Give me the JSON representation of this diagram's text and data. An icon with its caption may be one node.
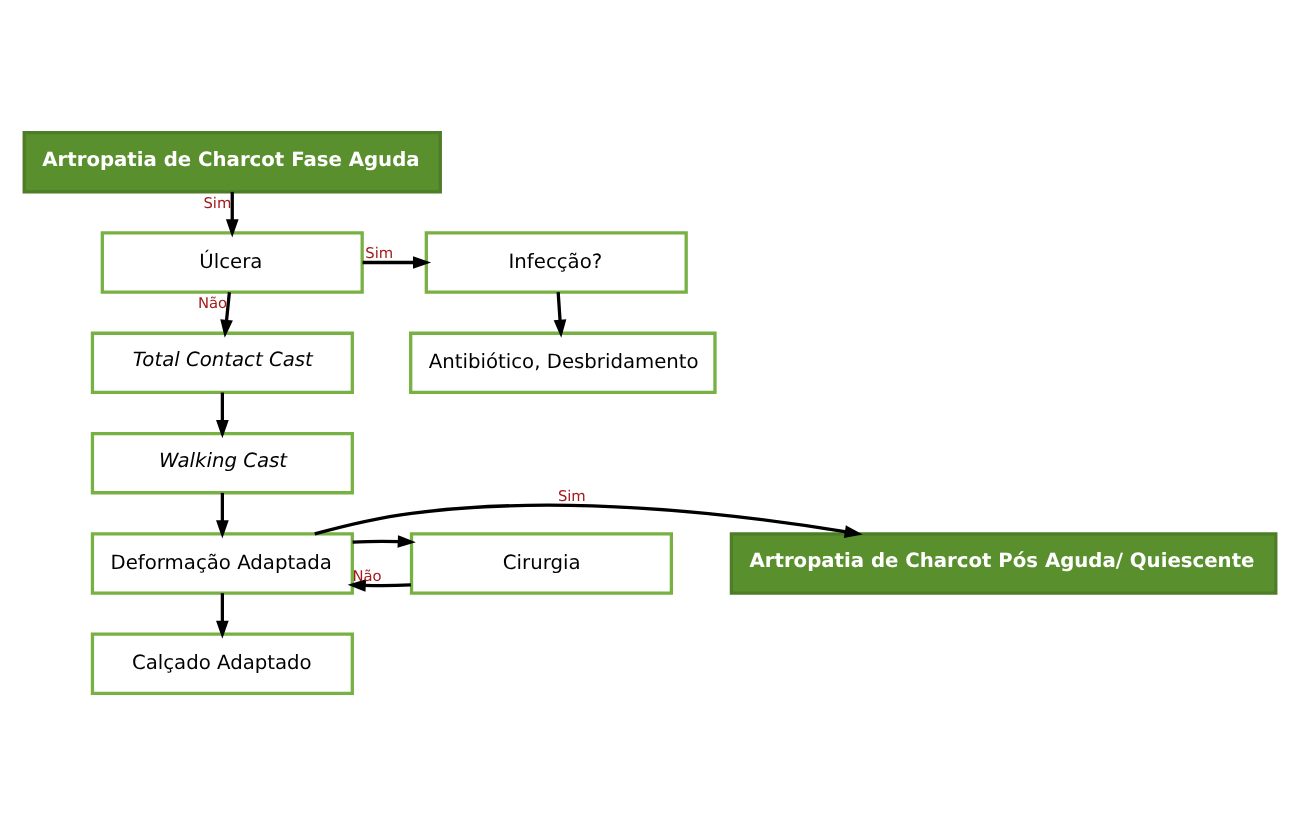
{
  "diagram": {
    "nodes": [
      {
        "text": [
          "Artropatia de Charcot Fase Aguda"
        ]
      },
      {
        "text": [
          "Úlcera"
        ]
      },
      {
        "text": [
          "Infecção?"
        ]
      },
      {
        "text": [
          "Total Contact Cast"
        ]
      },
      {
        "text": [
          "Antibiótico, Desbridamento"
        ]
      },
      {
        "text": [
          "Walking Cast"
        ]
      },
      {
        "text": [
          "Artropatia de Charcot Pós Aguda/ Quiescente"
        ]
      },
      {
        "text": [
          "Deformação Adaptada"
        ]
      },
      {
        "text": [
          "Cirurgia"
        ]
      },
      {
        "text": [
          "Calçado Adaptado"
        ]
      }
    ],
    "edges": [
      {
        "from": 0,
        "to": 1,
        "arrow": "to",
        "label": "Sim"
      },
      {
        "from": 1,
        "to": 2,
        "arrow": "to",
        "label": "Sim"
      },
      {
        "from": 1,
        "to": 3,
        "arrow": "to",
        "label": "Não"
      },
      {
        "from": 2,
        "to": 4,
        "arrow": "to"
      },
      {
        "from": 3,
        "to": 5,
        "arrow": "to"
      },
      {
        "from": 5,
        "to": 7,
        "arrow": "to"
      },
      {
        "from": 7,
        "to": 6,
        "arrow": "to",
        "label": "Sim"
      },
      {
        "from": 8,
        "to": 7,
        "arrow": "to",
        "label": "Não"
      },
      {
        "from": 7,
        "to": 8,
        "arrow": "to"
      },
      {
        "from": 7,
        "to": 9,
        "arrow": "to"
      }
    ]
  }
}
